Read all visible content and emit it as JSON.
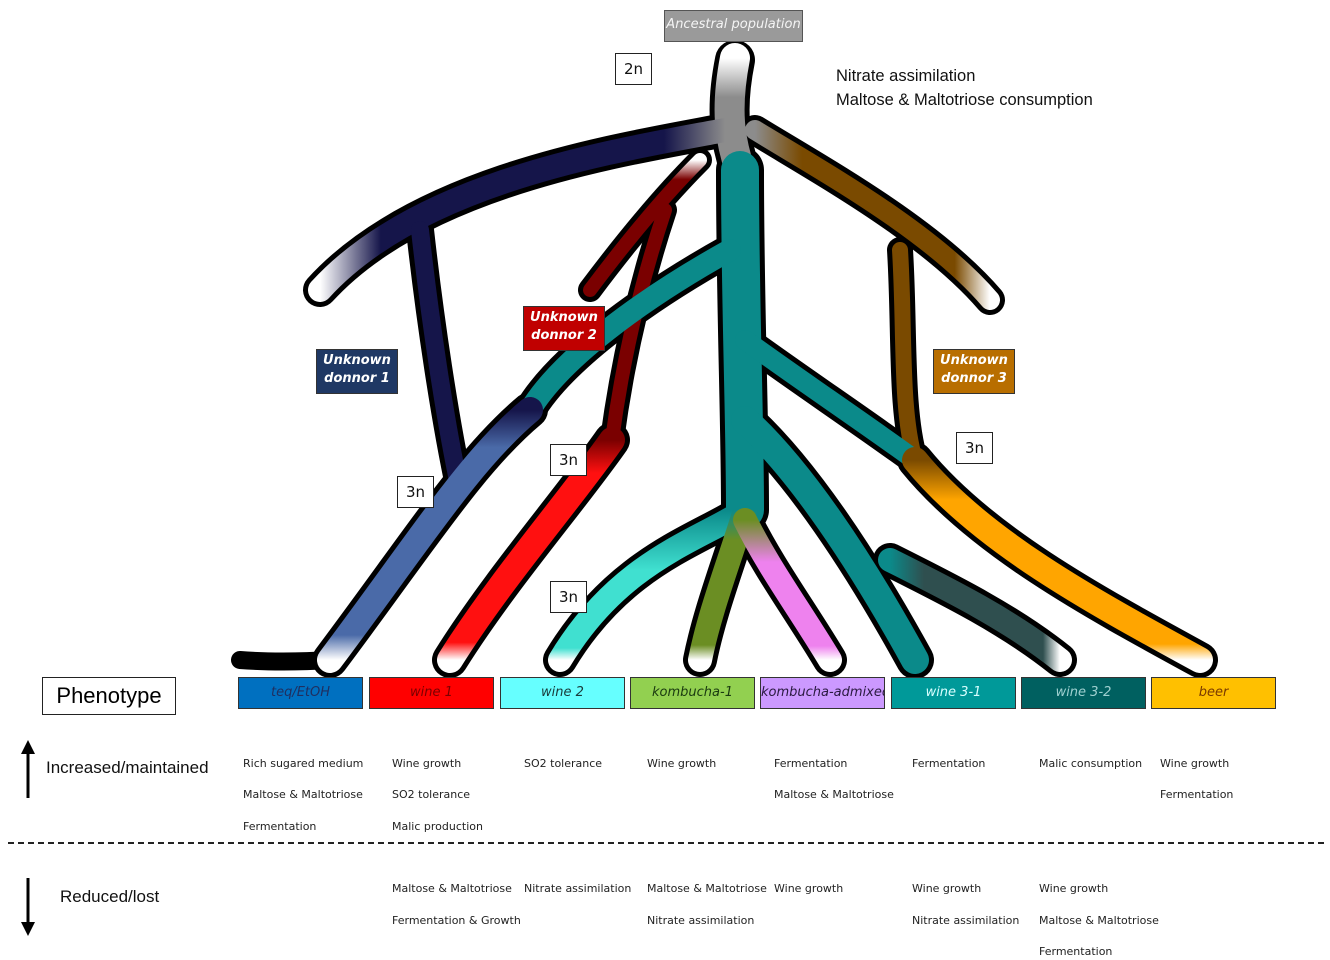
{
  "root": {
    "label": "Ancestral population",
    "color": "#9a9a9a"
  },
  "ploidy_labels": [
    "2n",
    "3n",
    "3n",
    "3n",
    "3n"
  ],
  "top_traits": [
    "Nitrate assimilation",
    "Maltose & Maltotriose consumption"
  ],
  "donors": [
    {
      "label_line1": "Unknown",
      "label_line2": "donnor 1",
      "color": "#1f3864"
    },
    {
      "label_line1": "Unknown",
      "label_line2": "donnor 2",
      "color": "#c00000"
    },
    {
      "label_line1": "Unknown",
      "label_line2": "donnor 3",
      "color": "#b86e00"
    }
  ],
  "branch_colors": {
    "ancestral": "#8c8c8c",
    "donor1": "#15154a",
    "donor2": "#7a0000",
    "donor3": "#7a4a00",
    "main": "#0b8a8a"
  },
  "populations": [
    {
      "label": "teq/EtOH",
      "color": "#0070c0",
      "text_color": "#1f2f60"
    },
    {
      "label": "wine 1",
      "color": "#ff0000",
      "text_color": "#7a0000"
    },
    {
      "label": "wine 2",
      "color": "#66ffff",
      "text_color": "#1a3a3a"
    },
    {
      "label": "kombucha-1",
      "color": "#92d050",
      "text_color": "#1a3a10"
    },
    {
      "label": "kombucha-admixed",
      "color": "#cc99ff",
      "text_color": "#2a1a40"
    },
    {
      "label": "wine 3-1",
      "color": "#009999",
      "text_color": "#d8ffff"
    },
    {
      "label": "wine 3-2",
      "color": "#006060",
      "text_color": "#9fd0d0"
    },
    {
      "label": "beer",
      "color": "#ffc000",
      "text_color": "#7a3a00"
    }
  ],
  "phenotype_header": "Phenotype",
  "increased_label": "Increased/maintained",
  "reduced_label": "Reduced/lost",
  "increased": [
    [
      "Rich sugared medium",
      "Maltose & Maltotriose",
      "Fermentation"
    ],
    [
      "Wine growth",
      "SO2 tolerance",
      "Malic production"
    ],
    [
      "SO2 tolerance"
    ],
    [
      "Wine growth"
    ],
    [
      "Fermentation",
      "Maltose & Maltotriose"
    ],
    [
      "Fermentation"
    ],
    [
      "Malic consumption"
    ],
    [
      "Wine growth",
      "Fermentation"
    ]
  ],
  "reduced": [
    [],
    [
      "Maltose & Maltotriose",
      "Fermentation  & Growth"
    ],
    [
      "Nitrate assimilation"
    ],
    [
      "Maltose & Maltotriose",
      "Nitrate assimilation"
    ],
    [
      "Wine growth"
    ],
    [
      "Wine growth",
      "Nitrate assimilation"
    ],
    [
      "Wine growth",
      "Maltose & Maltotriose",
      "Fermentation"
    ],
    []
  ]
}
